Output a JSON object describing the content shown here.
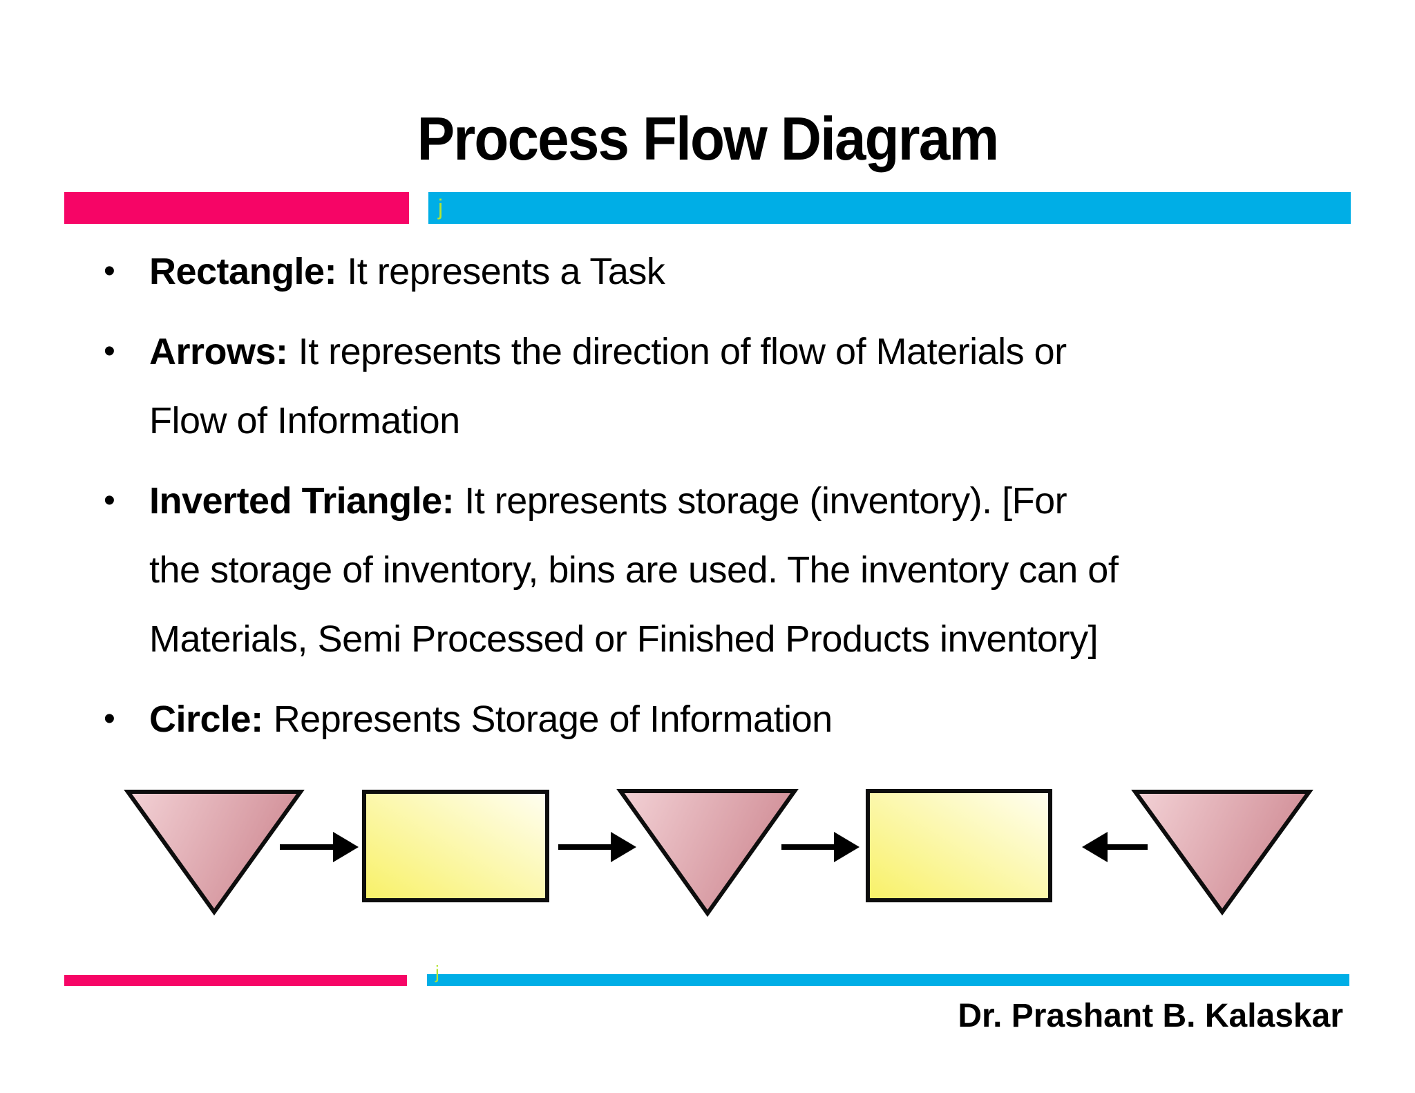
{
  "slide": {
    "title": "Process Flow Diagram",
    "footer_author": "Dr. Prashant B. Kalaskar",
    "divider_mark": "j",
    "bullet_char": "•"
  },
  "bullets": [
    {
      "lead": "Rectangle:",
      "lines": [
        "It represents a Task"
      ]
    },
    {
      "lead": "Arrows:",
      "lines": [
        "It represents the direction of flow of Materials or",
        "Flow of Information"
      ]
    },
    {
      "lead": "Inverted Triangle:",
      "lines": [
        "It represents storage (inventory). [For",
        "the storage of inventory, bins are used. The inventory can of",
        "Materials, Semi Processed or Finished Products inventory]"
      ]
    },
    {
      "lead": "Circle:",
      "lines": [
        "Represents Storage of Information"
      ]
    }
  ],
  "diagram": {
    "shapes": [
      "inverted-triangle",
      "rectangle",
      "inverted-triangle",
      "rectangle",
      "inverted-triangle"
    ],
    "arrow_directions": [
      "right",
      "right",
      "right",
      "left"
    ]
  },
  "colors": {
    "divider_pink": "#F60566",
    "divider_cyan": "#00AEE6",
    "divider_mark_green": "#B5E530",
    "triangle_gradient_light": "#F3D2D6",
    "triangle_gradient_dark": "#D08C95",
    "rectangle_gradient_yellow": "#F8F167",
    "rectangle_gradient_pale": "#FFFEF2",
    "shape_outline": "#0D0D0D",
    "arrow_black": "#000000",
    "text": "#000000"
  }
}
